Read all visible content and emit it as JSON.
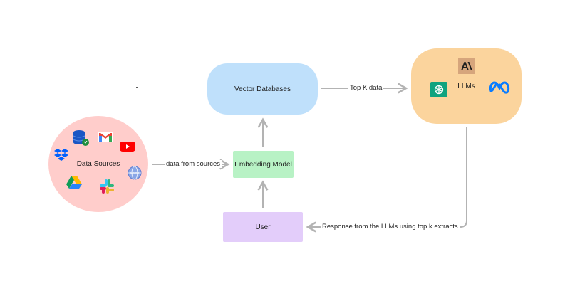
{
  "nodes": {
    "data_sources": "Data Sources",
    "vector_databases": "Vector Databases",
    "embedding_model": "Embedding Model",
    "user": "User",
    "llms": "LLMs"
  },
  "edges": {
    "data_from_sources": "data from sources",
    "top_k_data": "Top K data",
    "response": "Response from the LLMs using top k extracts"
  },
  "icons": {
    "data_sources": [
      "database-icon",
      "gmail-icon",
      "youtube-icon",
      "dropbox-icon",
      "google-drive-icon",
      "slack-icon",
      "www-globe-icon"
    ],
    "llms": [
      "anthropic-icon",
      "openai-icon",
      "meta-icon"
    ]
  },
  "colors": {
    "data_sources_fill": "#ffcdcb",
    "vector_db_fill": "#bfe0fb",
    "embedding_fill": "#b8f2c5",
    "user_fill": "#e3cdfa",
    "llm_fill": "#fbd49d",
    "arrow": "#b3b3b3"
  }
}
